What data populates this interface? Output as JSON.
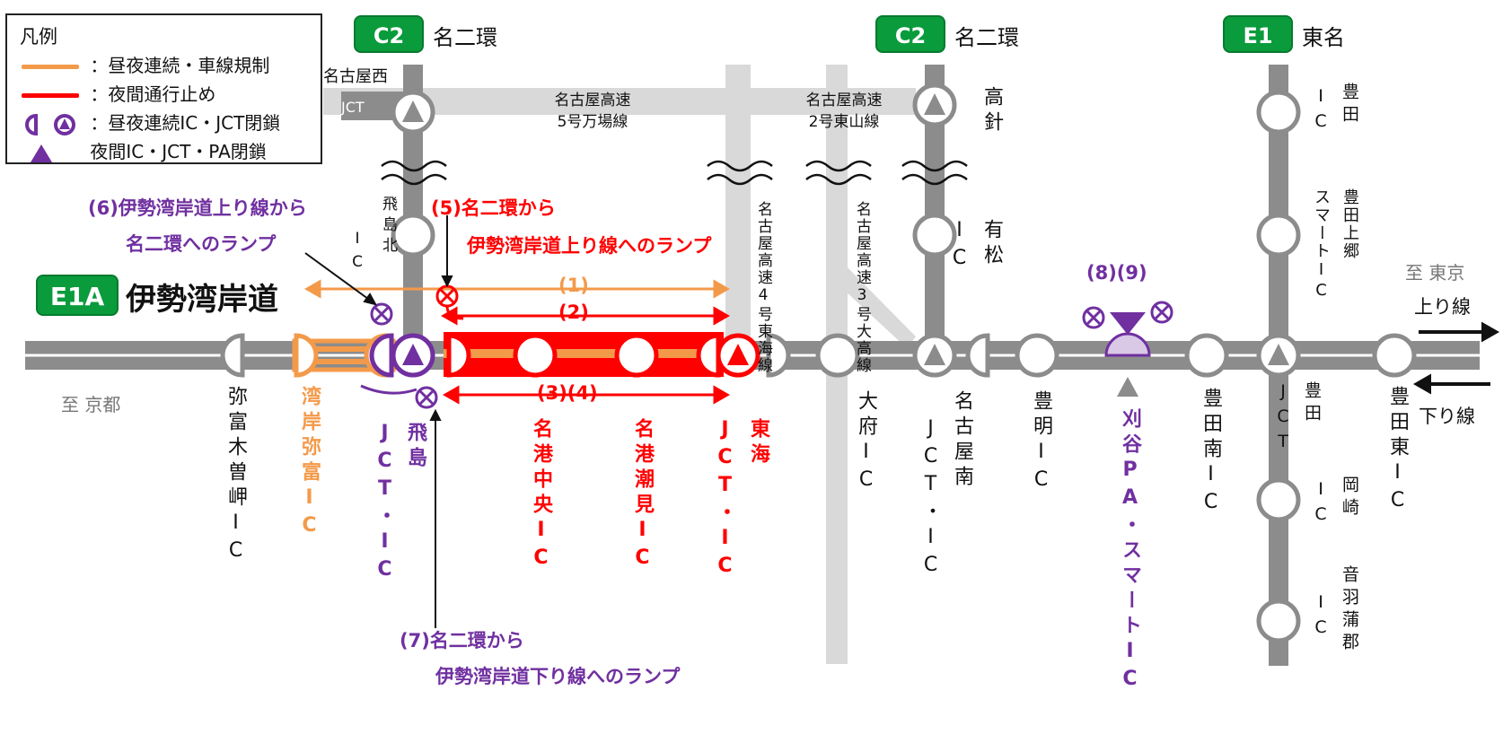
{
  "legend": {
    "title": "凡例",
    "items": [
      {
        "text": "：昼夜連続・車線規制",
        "color": "#f39a4a"
      },
      {
        "text": "：夜間通行止め",
        "color": "#ff0000"
      },
      {
        "text": "：昼夜連続IC・JCT閉鎖",
        "color": "#7030a0"
      },
      {
        "text": "夜間IC・JCT・PA閉鎖",
        "color": "#7030a0"
      }
    ]
  },
  "badges": {
    "c2_left": "C2",
    "c2_left_name": "名二環",
    "c2_right": "C2",
    "c2_right_name": "名二環",
    "e1": "E1",
    "e1_name": "東名",
    "e1a": "E1A",
    "e1a_name": "伊勢湾岸道"
  },
  "expressways": {
    "manba": [
      "名古屋高速",
      "5号万場線"
    ],
    "higashiyama": [
      "名古屋高速",
      "2号東山線"
    ],
    "tokai_line": "名古屋高速4号東海線",
    "odaka_line": "名古屋高速3号大高線",
    "nagoyanishi": "名古屋西",
    "jct": "JCT"
  },
  "directions": {
    "kyoto": "至 京都",
    "tokyo": "至 東京",
    "up": "上り線",
    "down": "下り線"
  },
  "stations": {
    "yatomi_kisosaki": "弥富木曽岬IC",
    "wangan_yatomi": "湾岸弥富IC",
    "tobishima": "飛島",
    "tobishima_jct": "JCT・IC",
    "tobishima_kita": "飛島北",
    "ic": "IC",
    "meiko_chuo": "名港中央IC",
    "meiko_shiomi": "名港潮見IC",
    "tokai": "東海",
    "tokai_jct": "JCT・IC",
    "obu": "大府IC",
    "nagoya_minami": "名古屋南",
    "nagoya_minami_jct": "JCT・IC",
    "toyoake": "豊明IC",
    "kariya_pa": "刈谷PA・スマートIC",
    "toyota_minami": "豊田南IC",
    "toyota": "豊田",
    "toyota_jct": "JCT",
    "toyota_higashi": "豊田東IC",
    "takabari": "高針",
    "arimatsu": "有松",
    "toyota_ic": "豊田",
    "toyota_kamigo": "豊田上郷",
    "smart_ic": "スマートIC",
    "okazaki": "岡崎",
    "otowagamagori": "音羽蒲郡"
  },
  "ramps": {
    "r1": "(1)",
    "r2": "(2)",
    "r34": "(3)(4)",
    "r5_a": "(5)名二環から",
    "r5_b": "伊勢湾岸道上り線へのランプ",
    "r6_a": "(6)伊勢湾岸道上り線から",
    "r6_b": "名二環へのランプ",
    "r7_a": "(7)名二環から",
    "r7_b": "伊勢湾岸道下り線へのランプ",
    "r89": "(8)(9)"
  },
  "colors": {
    "road": "#8c8c8c",
    "road_light": "#d9d9d9",
    "orange": "#f39a4a",
    "red": "#ff0000",
    "purple": "#7030a0",
    "green": "#0a9b3c"
  }
}
